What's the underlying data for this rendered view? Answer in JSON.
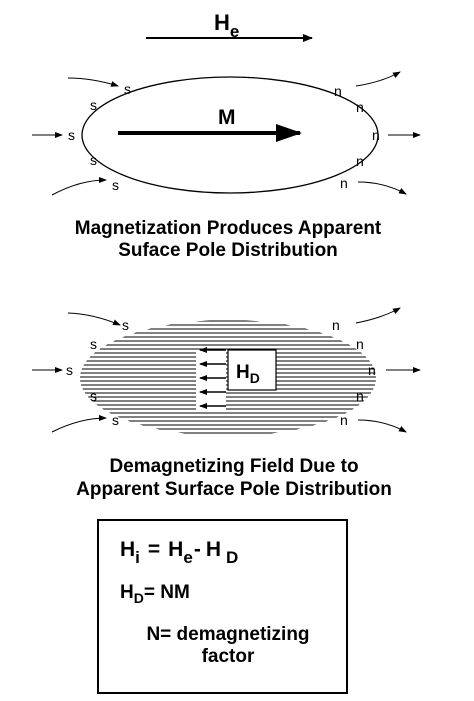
{
  "top_figure": {
    "external_field": {
      "symbol": "H",
      "subscript": "e"
    },
    "magnetization_label": "M",
    "south_pole": "s",
    "north_pole": "n",
    "caption_line1": "Magnetization Produces Apparent",
    "caption_line2": "Suface Pole Distribution"
  },
  "middle_figure": {
    "demag_field": {
      "symbol": "H",
      "subscript": "D"
    },
    "south_pole": "s",
    "north_pole": "n",
    "caption_line1": "Demagnetizing Field Due to",
    "caption_line2": "Apparent Surface Pole Distribution"
  },
  "equations_box": {
    "eq1": {
      "lhs": "H",
      "lhs_sub": "i",
      "eq": "=",
      "t1": "H",
      "t1_sub": "e",
      "op": "-",
      "t2": "H",
      "t2_sub": "D"
    },
    "eq2": {
      "lhs": "H",
      "lhs_sub": "D",
      "rhs": "= NM"
    },
    "eq3_line1": "N= demagnetizing",
    "eq3_line2": "factor"
  }
}
